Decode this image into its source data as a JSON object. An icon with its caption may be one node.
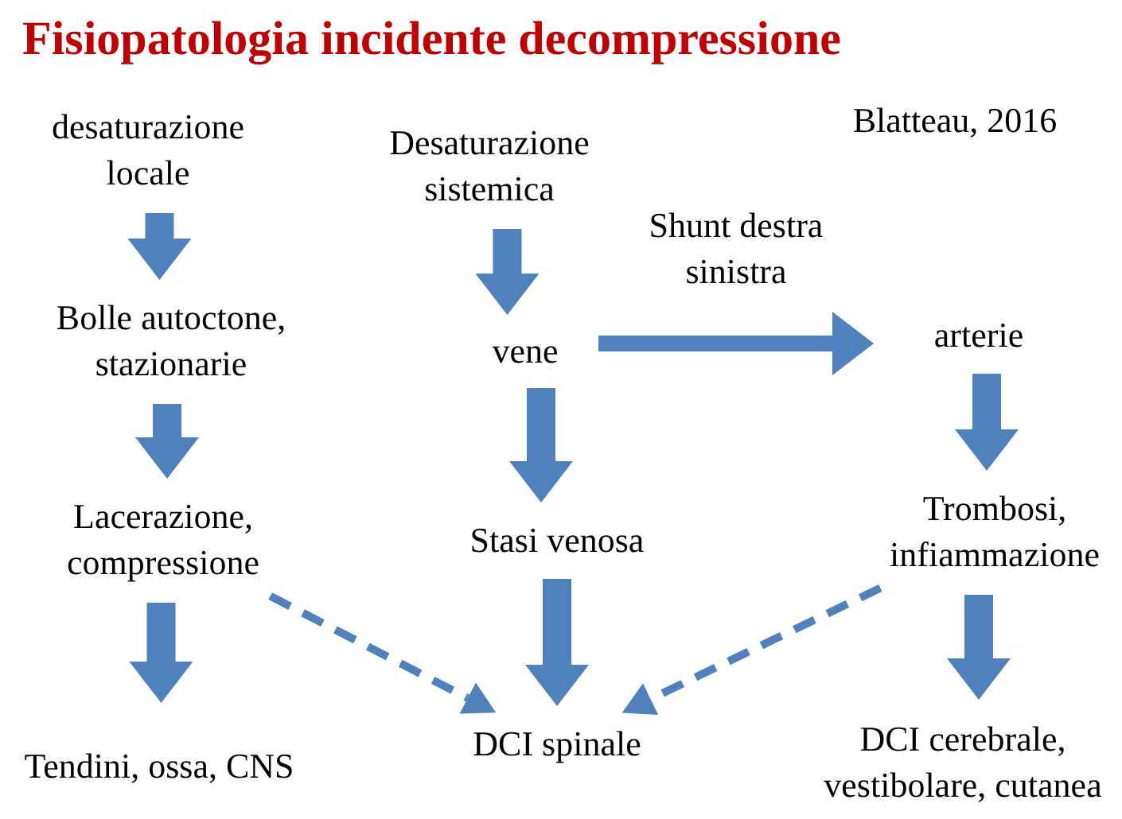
{
  "diagram": {
    "title": "Fisiopatologia incidente decompressione",
    "nodes": [
      {
        "text": [
          "desaturazione locale"
        ]
      },
      {
        "text": [
          "Bolle autoctone, stazionarie"
        ]
      },
      {
        "text": [
          "Lacerazione, compressione"
        ]
      },
      {
        "text": [
          "Tendini, ossa, CNS"
        ]
      },
      {
        "text": [
          "Desaturazione sistemica"
        ]
      },
      {
        "text": [
          "vene"
        ]
      },
      {
        "text": [
          "Stasi venosa"
        ]
      },
      {
        "text": [
          "DCI spinale"
        ]
      },
      {
        "text": [
          "arterie"
        ]
      },
      {
        "text": [
          "Trombosi, infiammazione"
        ]
      },
      {
        "text": [
          "DCI cerebrale, vestibolare, cutanea"
        ]
      }
    ],
    "edges": [
      {
        "from": 0,
        "to": 1,
        "arrow": "to"
      },
      {
        "from": 1,
        "to": 2,
        "arrow": "to"
      },
      {
        "from": 2,
        "to": 3,
        "arrow": "to"
      },
      {
        "from": 4,
        "to": 5,
        "arrow": "to"
      },
      {
        "from": 5,
        "to": 6,
        "arrow": "to"
      },
      {
        "from": 6,
        "to": 7,
        "arrow": "to"
      },
      {
        "from": 5,
        "to": 8,
        "arrow": "to",
        "label": "Shunt destra sinistra"
      },
      {
        "from": 8,
        "to": 9,
        "arrow": "to"
      },
      {
        "from": 9,
        "to": 10,
        "arrow": "to"
      },
      {
        "from": 2,
        "to": 7,
        "arrow": "to",
        "style": "dashed"
      },
      {
        "from": 9,
        "to": 7,
        "arrow": "to",
        "style": "dashed"
      }
    ],
    "labels": [
      "Blatteau, 2016"
    ]
  }
}
